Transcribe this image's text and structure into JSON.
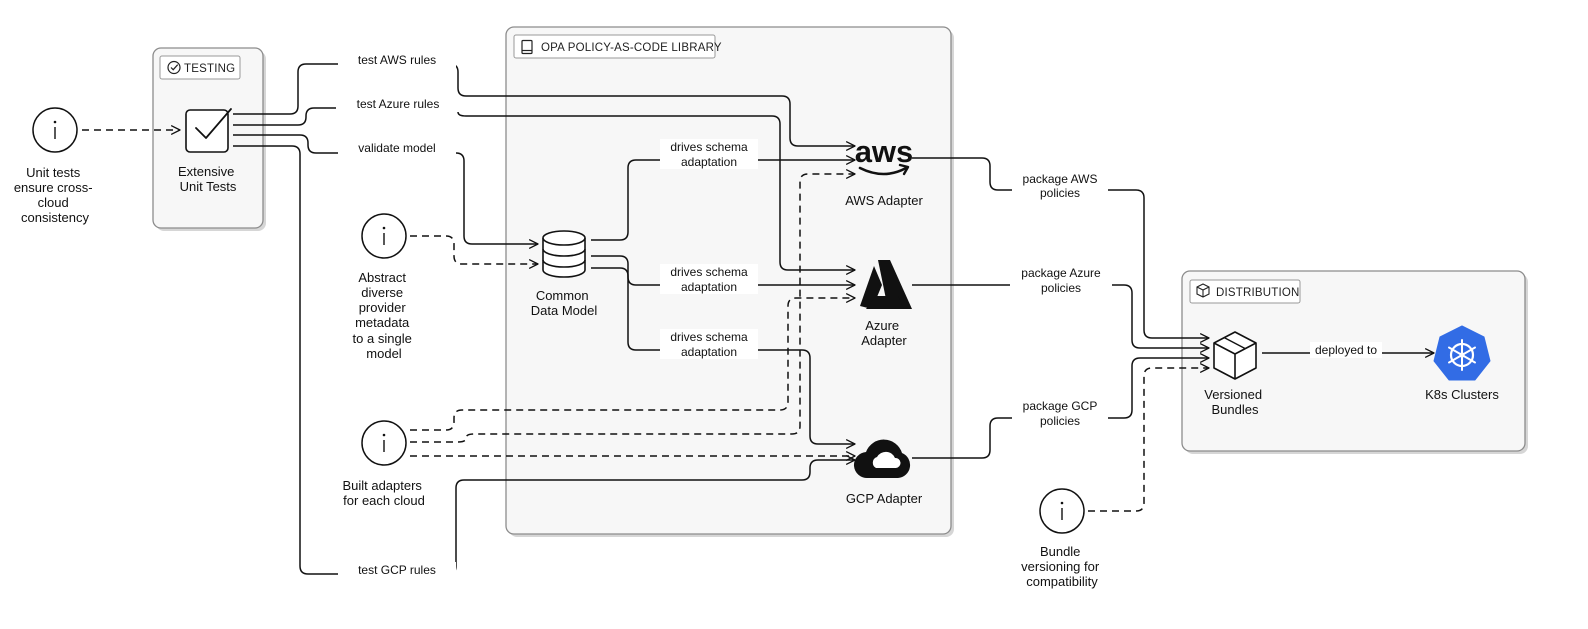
{
  "groups": {
    "testing": "TESTING",
    "library": "OPA POLICY-AS-CODE LIBRARY",
    "distribution": "DISTRIBUTION"
  },
  "nodes": {
    "unit_tests_note": [
      "Unit tests",
      "ensure cross-",
      "cloud",
      "consistency"
    ],
    "extensive_unit_tests": [
      "Extensive",
      "Unit Tests"
    ],
    "abstract_note": [
      "Abstract",
      "diverse",
      "provider",
      "metadata",
      "to a single",
      "model"
    ],
    "common_data_model": [
      "Common",
      "Data Model"
    ],
    "adapters_note": [
      "Built adapters",
      "for each cloud"
    ],
    "aws_adapter": [
      "AWS Adapter"
    ],
    "aws_logo_text": "aws",
    "azure_adapter": [
      "Azure",
      "Adapter"
    ],
    "gcp_adapter": [
      "GCP Adapter"
    ],
    "versioned_bundles": [
      "Versioned",
      "Bundles"
    ],
    "k8s_clusters": [
      "K8s Clusters"
    ],
    "bundle_note": [
      "Bundle",
      "versioning for",
      "compatibility"
    ]
  },
  "edges": {
    "test_aws": [
      "test AWS rules"
    ],
    "test_azure": [
      "test Azure rules"
    ],
    "validate_model": [
      "validate model"
    ],
    "test_gcp": [
      "test GCP rules"
    ],
    "drives_aws": [
      "drives schema",
      "adaptation"
    ],
    "drives_azure": [
      "drives schema",
      "adaptation"
    ],
    "drives_gcp": [
      "drives schema",
      "adaptation"
    ],
    "package_aws": [
      "package AWS",
      "policies"
    ],
    "package_azure": [
      "package Azure",
      "policies"
    ],
    "package_gcp": [
      "package GCP",
      "policies"
    ],
    "deployed_to": [
      "deployed to"
    ]
  },
  "colors": {
    "k8s_blue": "#326ce5",
    "group_fill": "#f7f7f7",
    "stroke": "#111111"
  },
  "icons": {
    "testing_tag": "check-circle-icon",
    "library_tag": "book-icon",
    "distribution_tag": "package-icon",
    "info": "info-icon",
    "tests": "checkbox-icon",
    "model": "database-icon",
    "aws": "aws-logo-icon",
    "azure": "azure-logo-icon",
    "gcp": "google-cloud-logo-icon",
    "bundles": "box-icon",
    "k8s": "kubernetes-icon"
  }
}
